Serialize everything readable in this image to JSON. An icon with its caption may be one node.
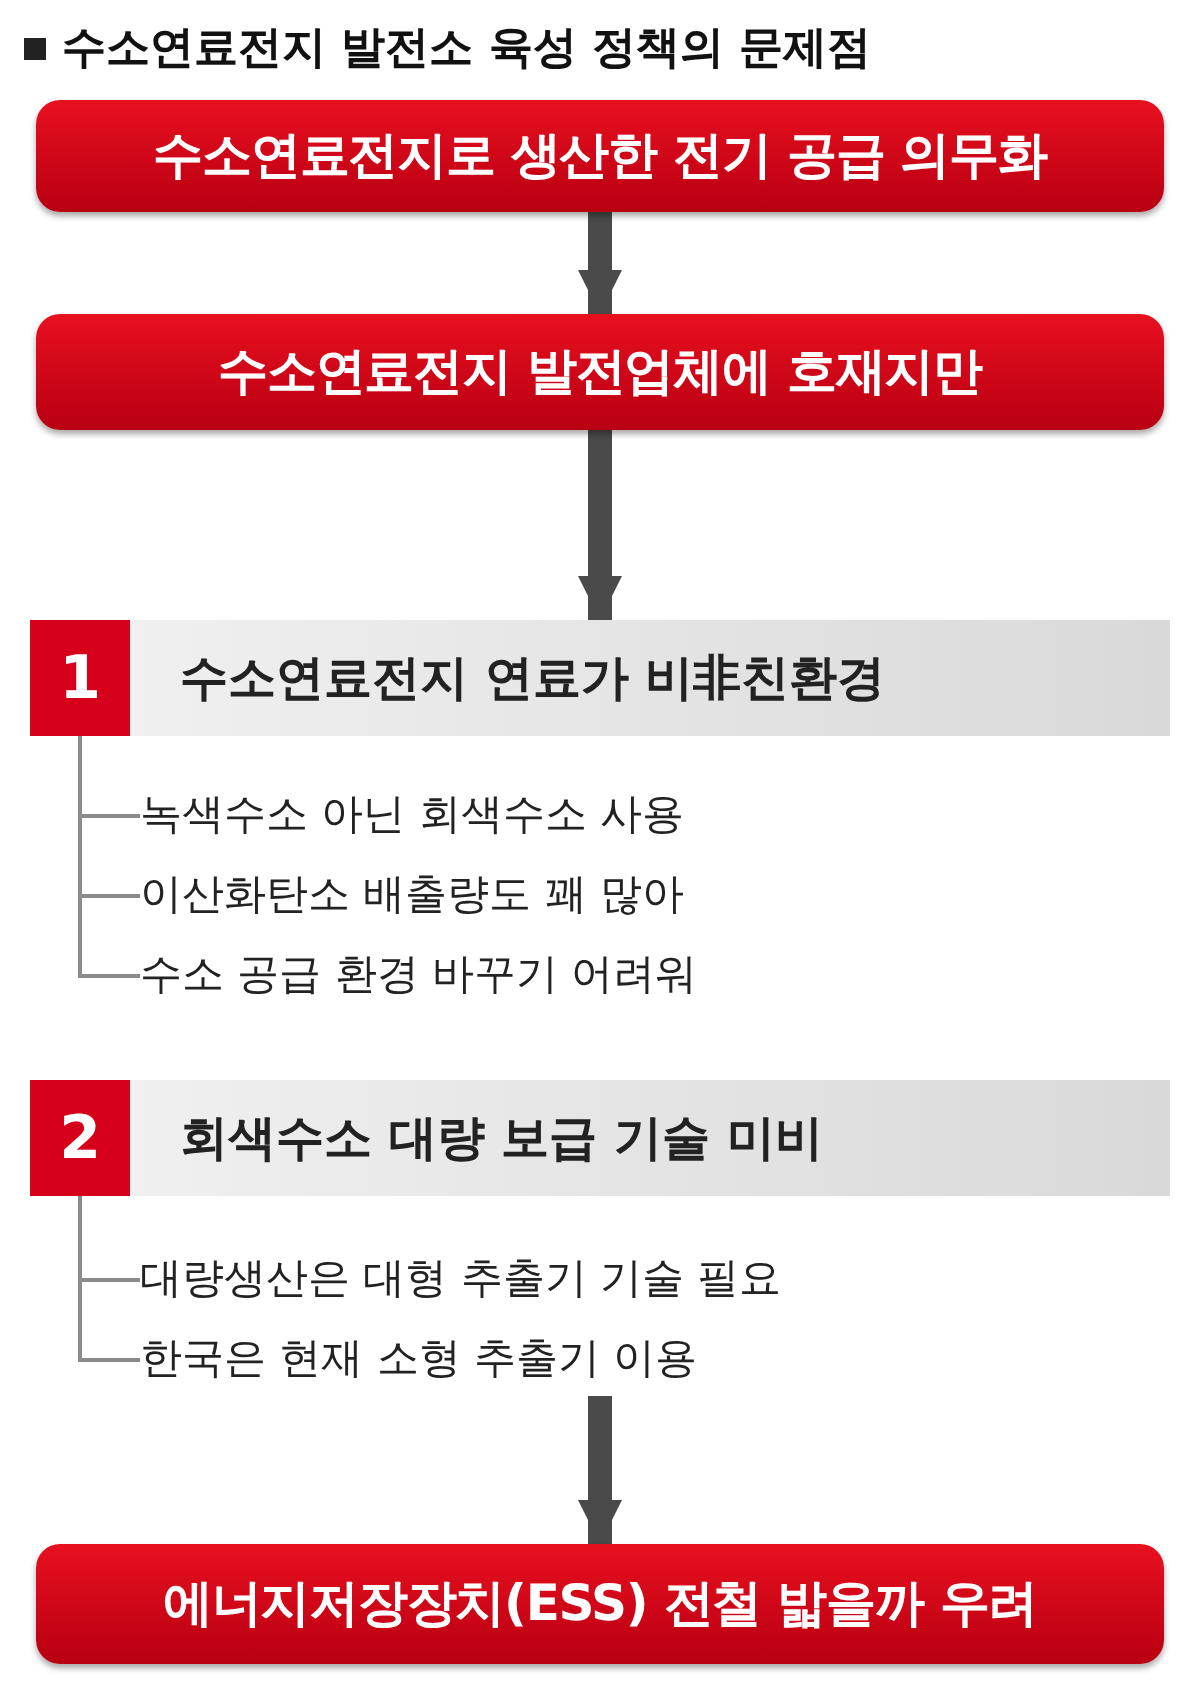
{
  "diagram": {
    "title": "수소연료전지 발전소 육성 정책의 문제점",
    "nodes": [
      {
        "text": [
          "수소연료전지로 생산한 전기 공급 의무화"
        ]
      },
      {
        "text": [
          "수소연료전지 발전업체에 호재지만"
        ]
      },
      {
        "text": [
          "수소연료전지 연료가 비非친환경"
        ]
      },
      {
        "text": [
          "1"
        ],
        "in": 2
      },
      {
        "text": [
          "녹색수소 아닌 회색수소 사용"
        ]
      },
      {
        "text": [
          "이산화탄소 배출량도 꽤 많아"
        ]
      },
      {
        "text": [
          "수소 공급 환경 바꾸기 어려워"
        ]
      },
      {
        "text": [
          "회색수소 대량 보급 기술 미비"
        ]
      },
      {
        "text": [
          "2"
        ],
        "in": 7
      },
      {
        "text": [
          "대량생산은 대형 추출기 기술 필요"
        ]
      },
      {
        "text": [
          "한국은 현재 소형 추출기 이용"
        ]
      },
      {
        "text": [
          "에너지저장장치(ESS) 전철 밟을까 우려"
        ]
      }
    ],
    "edges": [
      {
        "from": 0,
        "to": 1,
        "arrow": "to",
        "style": "thick"
      },
      {
        "from": 1,
        "to": 2,
        "arrow": "to",
        "style": "thick"
      },
      {
        "from": 2,
        "to": 4,
        "arrow": "none"
      },
      {
        "from": 2,
        "to": 5,
        "arrow": "none"
      },
      {
        "from": 2,
        "to": 6,
        "arrow": "none"
      },
      {
        "from": 7,
        "to": 9,
        "arrow": "none"
      },
      {
        "from": 7,
        "to": 10,
        "arrow": "none"
      },
      {
        "from": 10,
        "to": 11,
        "arrow": "to",
        "style": "thick"
      }
    ]
  }
}
